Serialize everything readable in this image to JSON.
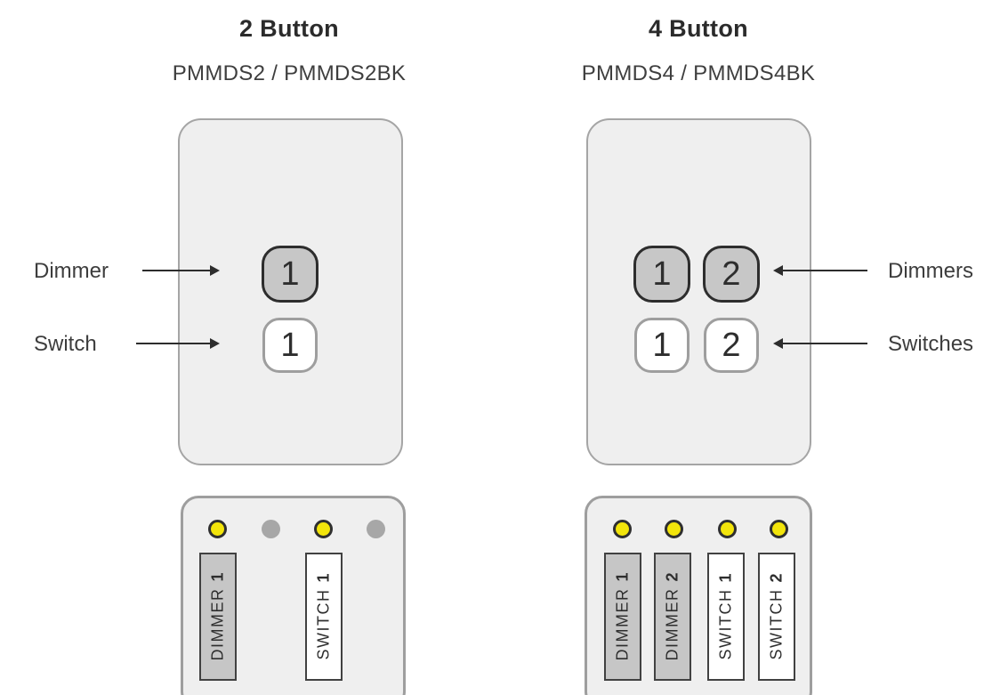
{
  "panels": [
    {
      "title": "2 Button",
      "subtitle": "PMMDS2 / PMMDS2BK",
      "dimmer_buttons": [
        "1"
      ],
      "switch_buttons": [
        "1"
      ],
      "module_leds": [
        "on",
        "off",
        "on",
        "off"
      ],
      "module_slots": [
        {
          "label": "DIMMER",
          "number": "1",
          "type": "dimmer"
        },
        {
          "label": "SWITCH",
          "number": "1",
          "type": "switch"
        }
      ]
    },
    {
      "title": "4 Button",
      "subtitle": "PMMDS4 / PMMDS4BK",
      "dimmer_buttons": [
        "1",
        "2"
      ],
      "switch_buttons": [
        "1",
        "2"
      ],
      "module_leds": [
        "on",
        "on",
        "on",
        "on"
      ],
      "module_slots": [
        {
          "label": "DIMMER",
          "number": "1",
          "type": "dimmer"
        },
        {
          "label": "DIMMER",
          "number": "2",
          "type": "dimmer"
        },
        {
          "label": "SWITCH",
          "number": "1",
          "type": "switch"
        },
        {
          "label": "SWITCH",
          "number": "2",
          "type": "switch"
        }
      ]
    }
  ],
  "callouts": {
    "dimmer": "Dimmer",
    "switch": "Switch",
    "dimmers": "Dimmers",
    "switches": "Switches"
  },
  "colors": {
    "led_on_yellow": "#f3e50b",
    "dimmer_gray": "#c6c6c6",
    "plate_gray": "#efefef",
    "arrow_dark": "#2d2d2d"
  }
}
